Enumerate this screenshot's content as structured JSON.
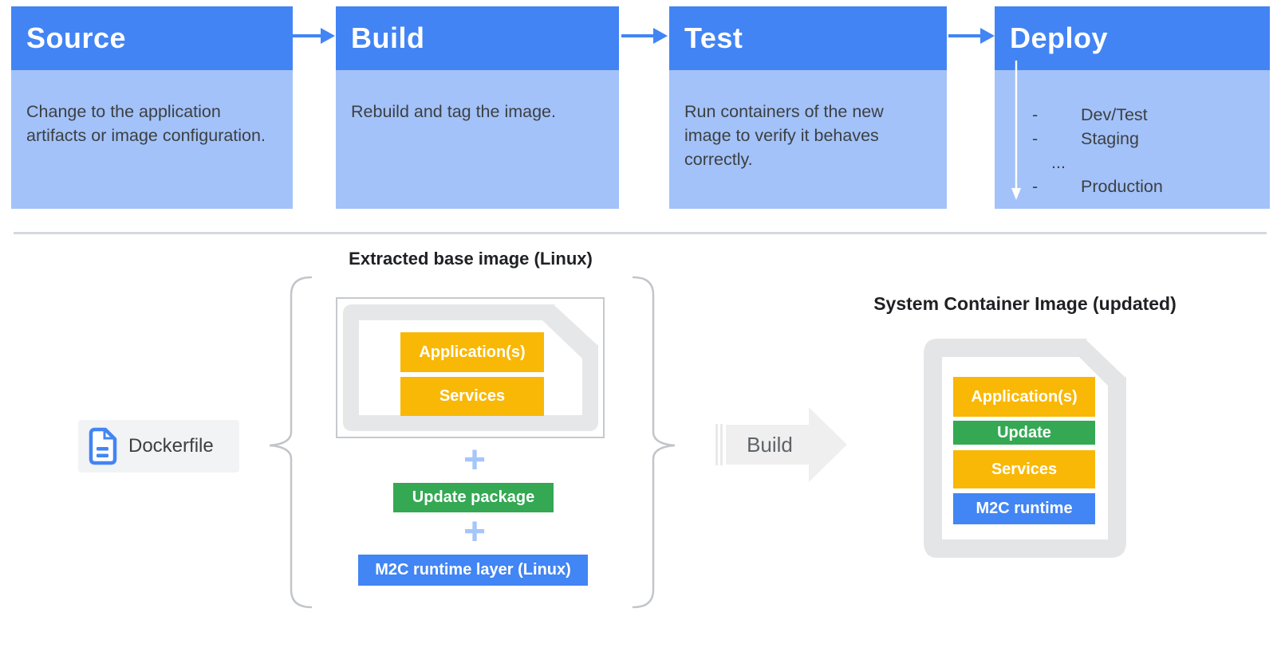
{
  "pipeline": {
    "steps": [
      {
        "title": "Source",
        "description": "Change to the application artifacts or image configuration."
      },
      {
        "title": "Build",
        "description": "Rebuild and tag the image."
      },
      {
        "title": "Test",
        "description": "Run containers of the new image to verify it behaves correctly."
      },
      {
        "title": "Deploy",
        "targets": [
          {
            "bullet": "-",
            "label": "Dev/Test"
          },
          {
            "bullet": "-",
            "label": "Staging"
          },
          {
            "bullet": "",
            "label": "..."
          },
          {
            "bullet": "-",
            "label": "Production"
          }
        ]
      }
    ]
  },
  "build_flow": {
    "dockerfile_label": "Dockerfile",
    "plus_sign": "+",
    "base_image": {
      "title": "Extracted base image (Linux)",
      "layers": [
        "Application(s)",
        "Services"
      ]
    },
    "update_package_label": "Update package",
    "runtime_layer_label": "M2C runtime layer (Linux)",
    "build_arrow_label": "Build"
  },
  "result": {
    "title": "System Container Image (updated)",
    "layers": [
      {
        "label": "Application(s)",
        "color": "#F9B806"
      },
      {
        "label": "Update",
        "color": "#34A853"
      },
      {
        "label": "Services",
        "color": "#F9B806"
      },
      {
        "label": "M2C runtime",
        "color": "#4285F4"
      }
    ]
  },
  "colors": {
    "step_header_bg": "#4284F4",
    "step_body_bg": "#A3C2F9",
    "arrow_blue": "#4285F4",
    "yellow": "#F9B806",
    "green": "#34A853",
    "blue_bar": "#4285F4",
    "plus_blue": "#A5C6FA",
    "gray_doc": "#E6E7E9",
    "gray_border": "#C6C9CD",
    "brace": "#C2C5C9",
    "divider": "#D5D8DC",
    "build_arrow_bg": "#EFEFEF",
    "chip_bg": "#F1F3F4",
    "text_dark": "#3C4043",
    "title_dark": "#202124",
    "build_text": "#5F6368"
  }
}
